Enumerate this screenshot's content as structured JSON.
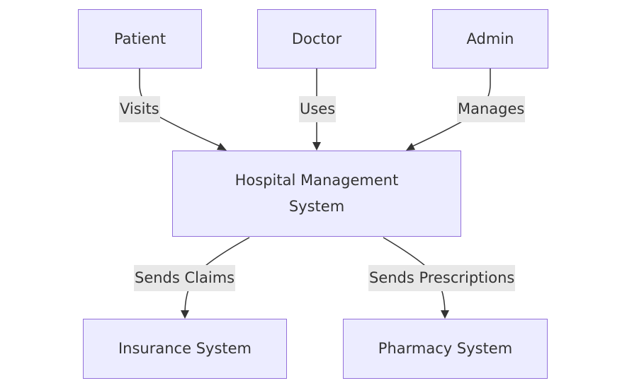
{
  "nodes": {
    "patient": "Patient",
    "doctor": "Doctor",
    "admin": "Admin",
    "hms_line1": "Hospital Management",
    "hms_line2": "System",
    "insurance": "Insurance System",
    "pharmacy": "Pharmacy System"
  },
  "edges": {
    "visits": "Visits",
    "uses": "Uses",
    "manages": "Manages",
    "sends_claims": "Sends Claims",
    "sends_prescriptions": "Sends Prescriptions"
  },
  "colors": {
    "node_fill": "#ececff",
    "node_border": "#9370db",
    "edge": "#333333",
    "label_bg": "#e8e8e8",
    "text": "#333333"
  }
}
